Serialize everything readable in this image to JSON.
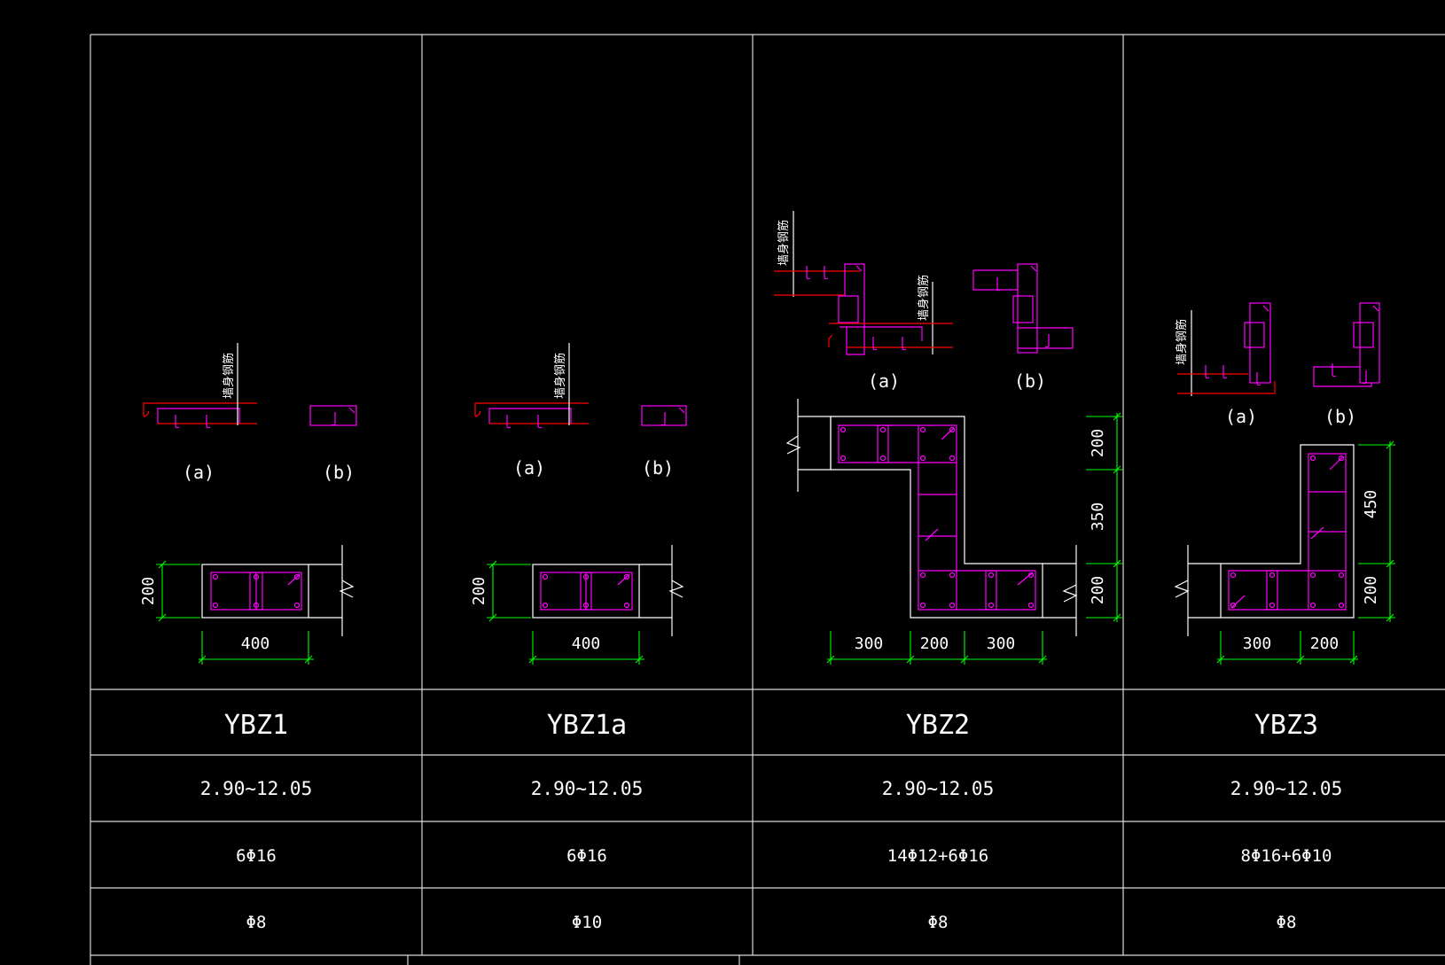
{
  "columns": [
    {
      "name": "YBZ1",
      "elevation": "2.90~12.05",
      "longitudinal_rebar": "6Φ16",
      "stirrup": "Φ8",
      "detail_a": "(a)",
      "detail_b": "(b)",
      "wall_rebar_label": "墙身钢筋",
      "dims": [
        "200",
        "400"
      ]
    },
    {
      "name": "YBZ1a",
      "elevation": "2.90~12.05",
      "longitudinal_rebar": "6Φ16",
      "stirrup": "Φ10",
      "detail_a": "(a)",
      "detail_b": "(b)",
      "wall_rebar_label": "墙身钢筋",
      "dims": [
        "200",
        "400"
      ]
    },
    {
      "name": "YBZ2",
      "elevation": "2.90~12.05",
      "longitudinal_rebar": "14Φ12+6Φ16",
      "stirrup": "Φ8",
      "detail_a": "(a)",
      "detail_b": "(b)",
      "wall_rebar_label": "墙身钢筋",
      "dims": [
        "200",
        "350",
        "200",
        "300",
        "200",
        "300"
      ]
    },
    {
      "name": "YBZ3",
      "elevation": "2.90~12.05",
      "longitudinal_rebar": "8Φ16+6Φ10",
      "stirrup": "Φ8",
      "detail_a": "(a)",
      "detail_b": "(b)",
      "wall_rebar_label": "墙身钢筋",
      "dims": [
        "450",
        "200",
        "300",
        "200"
      ]
    }
  ],
  "colors": {
    "frame": "#ffffff",
    "stirrup": "#ff00ff",
    "wall_rebar": "#ff0000",
    "dimension": "#00ff00",
    "text": "#ffffff"
  }
}
